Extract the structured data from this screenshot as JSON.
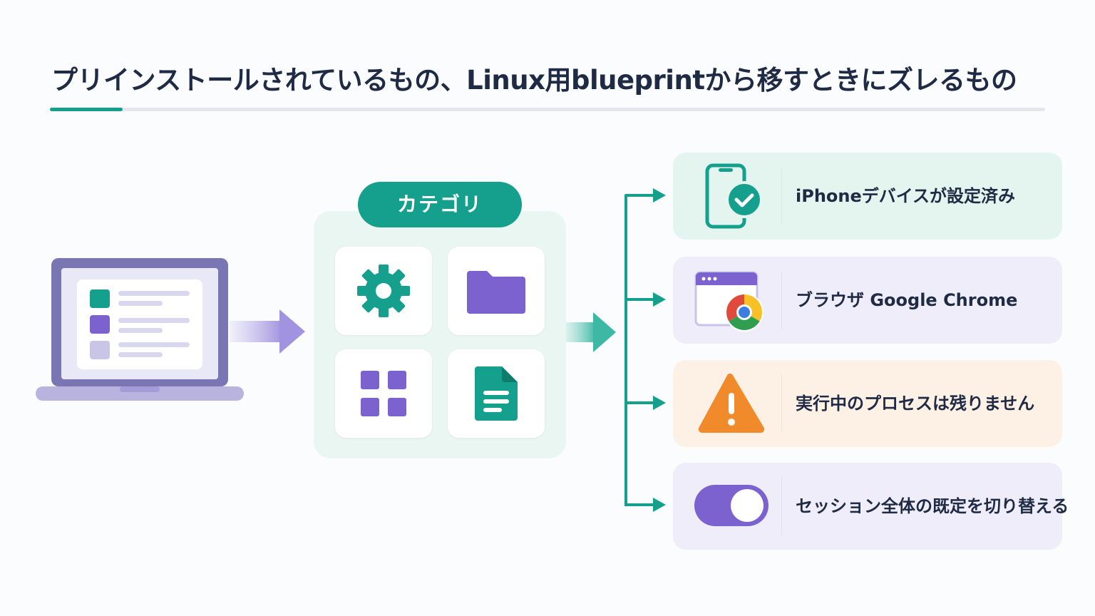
{
  "title": "プリインストールされているもの、Linux用blueprintから移すときにズレるもの",
  "category": {
    "label": "カテゴリ"
  },
  "category_tiles": [
    {
      "icon": "gear-icon"
    },
    {
      "icon": "folder-icon"
    },
    {
      "icon": "grid-icon"
    },
    {
      "icon": "document-icon"
    }
  ],
  "cards": [
    {
      "label": "iPhoneデバイスが設定済み",
      "icon": "phone-check-icon",
      "bg": "#e4f5f0"
    },
    {
      "label": "ブラウザ Google Chrome",
      "icon": "chrome-browser-icon",
      "bg": "#efedfa"
    },
    {
      "label": "実行中のプロセスは残りません",
      "icon": "warning-icon",
      "bg": "#fdf1e6"
    },
    {
      "label": "セッション全体の既定を切り替える",
      "icon": "toggle-icon",
      "bg": "#efedfa"
    }
  ],
  "colors": {
    "teal": "#14a08c",
    "purple": "#7b62cf",
    "orange": "#f08a2b",
    "navy": "#1f2a44"
  }
}
